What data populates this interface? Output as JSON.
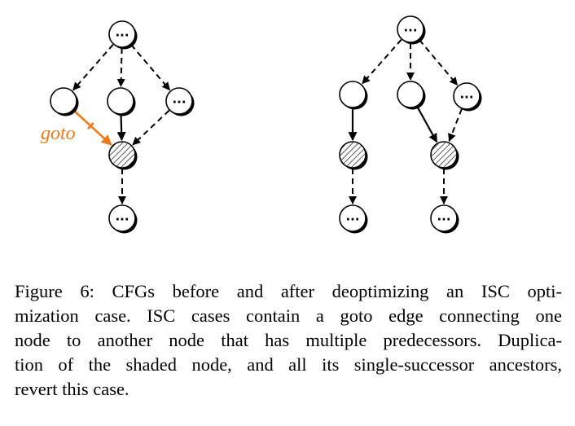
{
  "diagram": {
    "goto_label": "goto",
    "node_text": "···",
    "colors": {
      "goto": "#f07a1a",
      "stroke": "#000000",
      "fill": "#ffffff"
    }
  },
  "caption": {
    "lines": [
      "Figure 6: CFGs before and after deoptimizing an ISC opti-",
      "mization case. ISC cases contain a goto edge connecting one",
      "node to another node that has multiple predecessors. Duplica-",
      "tion of the shaded node, and all its single-successor ancestors,",
      "revert this case."
    ]
  }
}
